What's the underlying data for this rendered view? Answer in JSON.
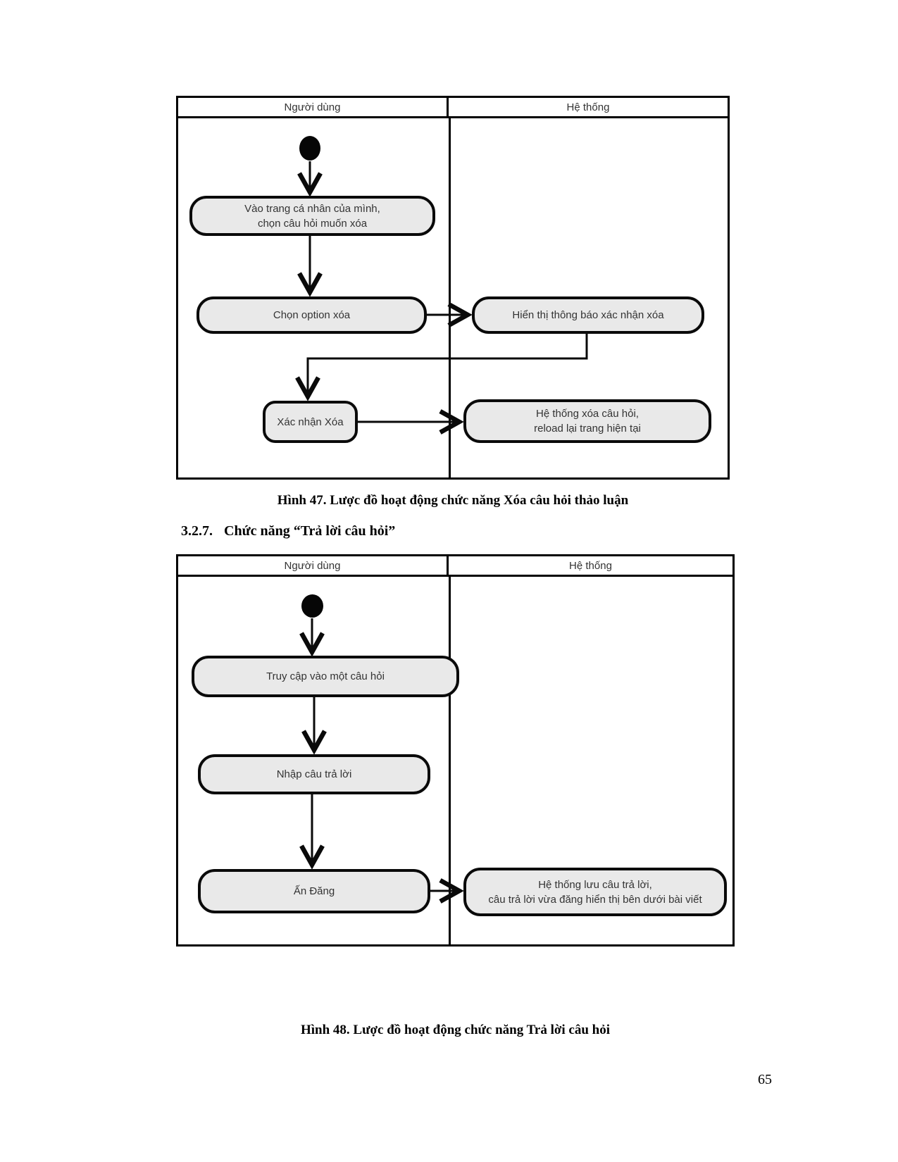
{
  "colors": {
    "node_fill": "#e9e9e9",
    "node_border": "#000000",
    "diagram_text": "#333333",
    "document_text": "#000000"
  },
  "section": {
    "number": "3.2.7.",
    "title": "Chức năng “Trả lời câu hỏi”"
  },
  "fig47": {
    "caption": "Hình 47. Lược đồ hoạt động chức năng Xóa câu hỏi thảo luận",
    "lanes": {
      "user": "Người dùng",
      "system": "Hệ thống"
    },
    "nodes": {
      "open_profile": {
        "line1": "Vào trang cá nhân của mình,",
        "line2": "chọn câu hỏi muốn xóa"
      },
      "choose_delete_option": {
        "label": "Chọn option xóa"
      },
      "show_confirm_dialog": {
        "label": "Hiển thị thông báo xác nhận xóa"
      },
      "confirm_delete": {
        "label": "Xác nhận Xóa"
      },
      "system_delete": {
        "line1": "Hệ thống xóa câu hỏi,",
        "line2": "reload lại trang hiện tại"
      }
    }
  },
  "fig48": {
    "caption": "Hình 48. Lược đồ hoạt động chức năng Trả lời câu hỏi",
    "lanes": {
      "user": "Người dùng",
      "system": "Hệ thống"
    },
    "nodes": {
      "open_question": {
        "label": "Truy cập vào một câu hỏi"
      },
      "type_answer": {
        "label": "Nhập câu trả lời"
      },
      "press_post": {
        "label": "Ấn Đăng"
      },
      "system_save": {
        "line1": "Hệ thống lưu câu trả lời,",
        "line2": "câu trả lời vừa đăng hiển thị bên dưới bài viết"
      }
    }
  },
  "page": {
    "number": "65"
  }
}
